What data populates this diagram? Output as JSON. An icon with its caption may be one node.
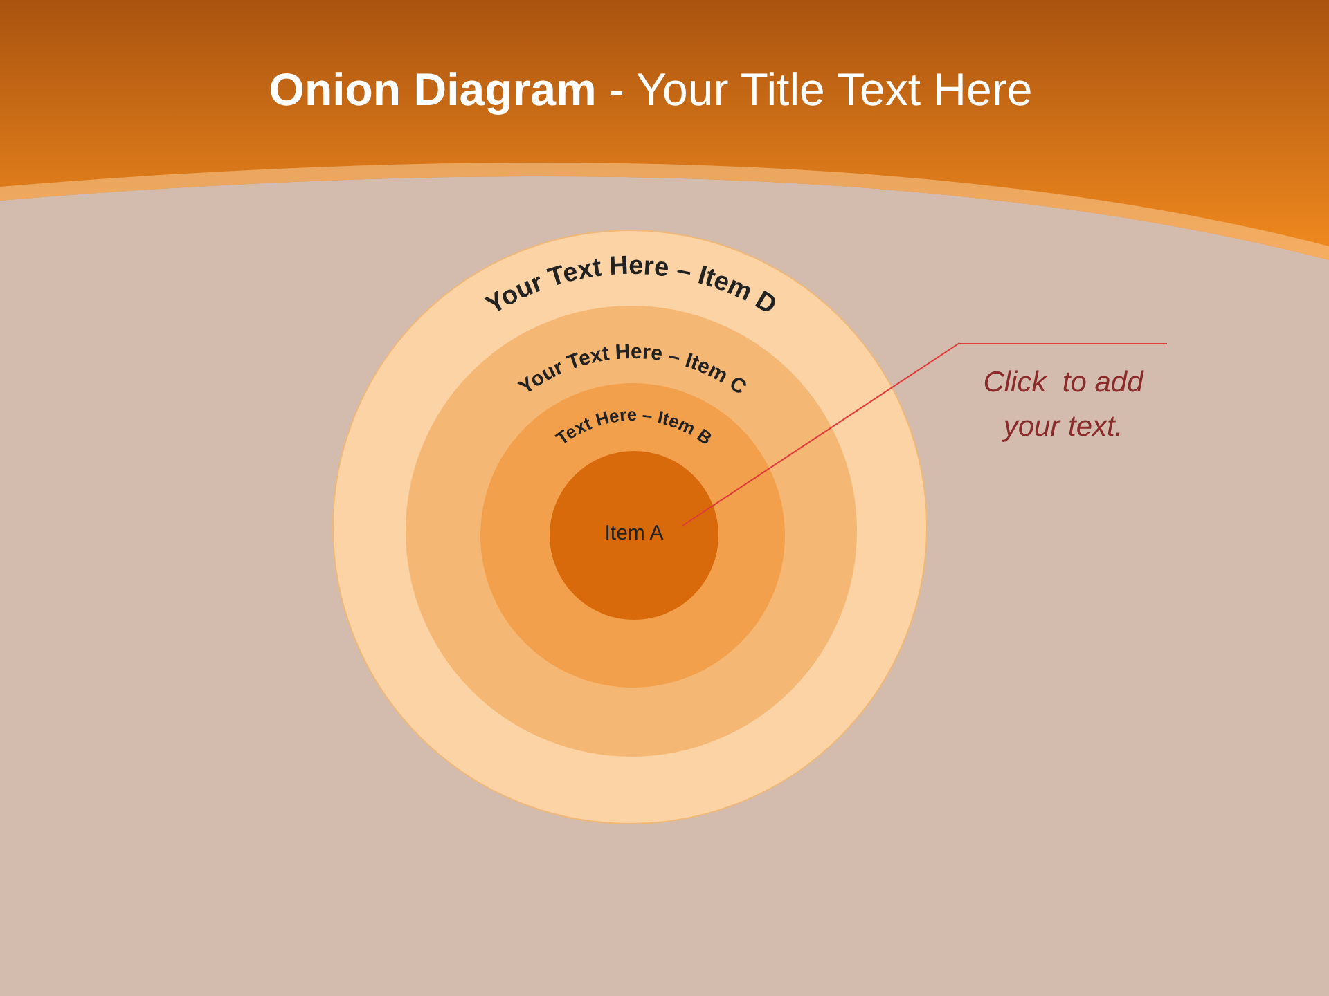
{
  "diagram": {
    "title": "**Onion Diagram** - Your Title Text Here",
    "nodes": [
      {
        "text": [
          "Your Text Here – Item D"
        ]
      },
      {
        "text": [
          "Your Text Here – Item C"
        ],
        "in": 0
      },
      {
        "text": [
          "Text Here – Item B"
        ],
        "in": 1
      },
      {
        "text": [
          "Item A"
        ],
        "in": 2
      },
      {
        "text": [
          "Click  to add your text."
        ]
      }
    ],
    "edges": [
      {
        "from": 4,
        "to": 3,
        "arrow": "none"
      }
    ]
  }
}
